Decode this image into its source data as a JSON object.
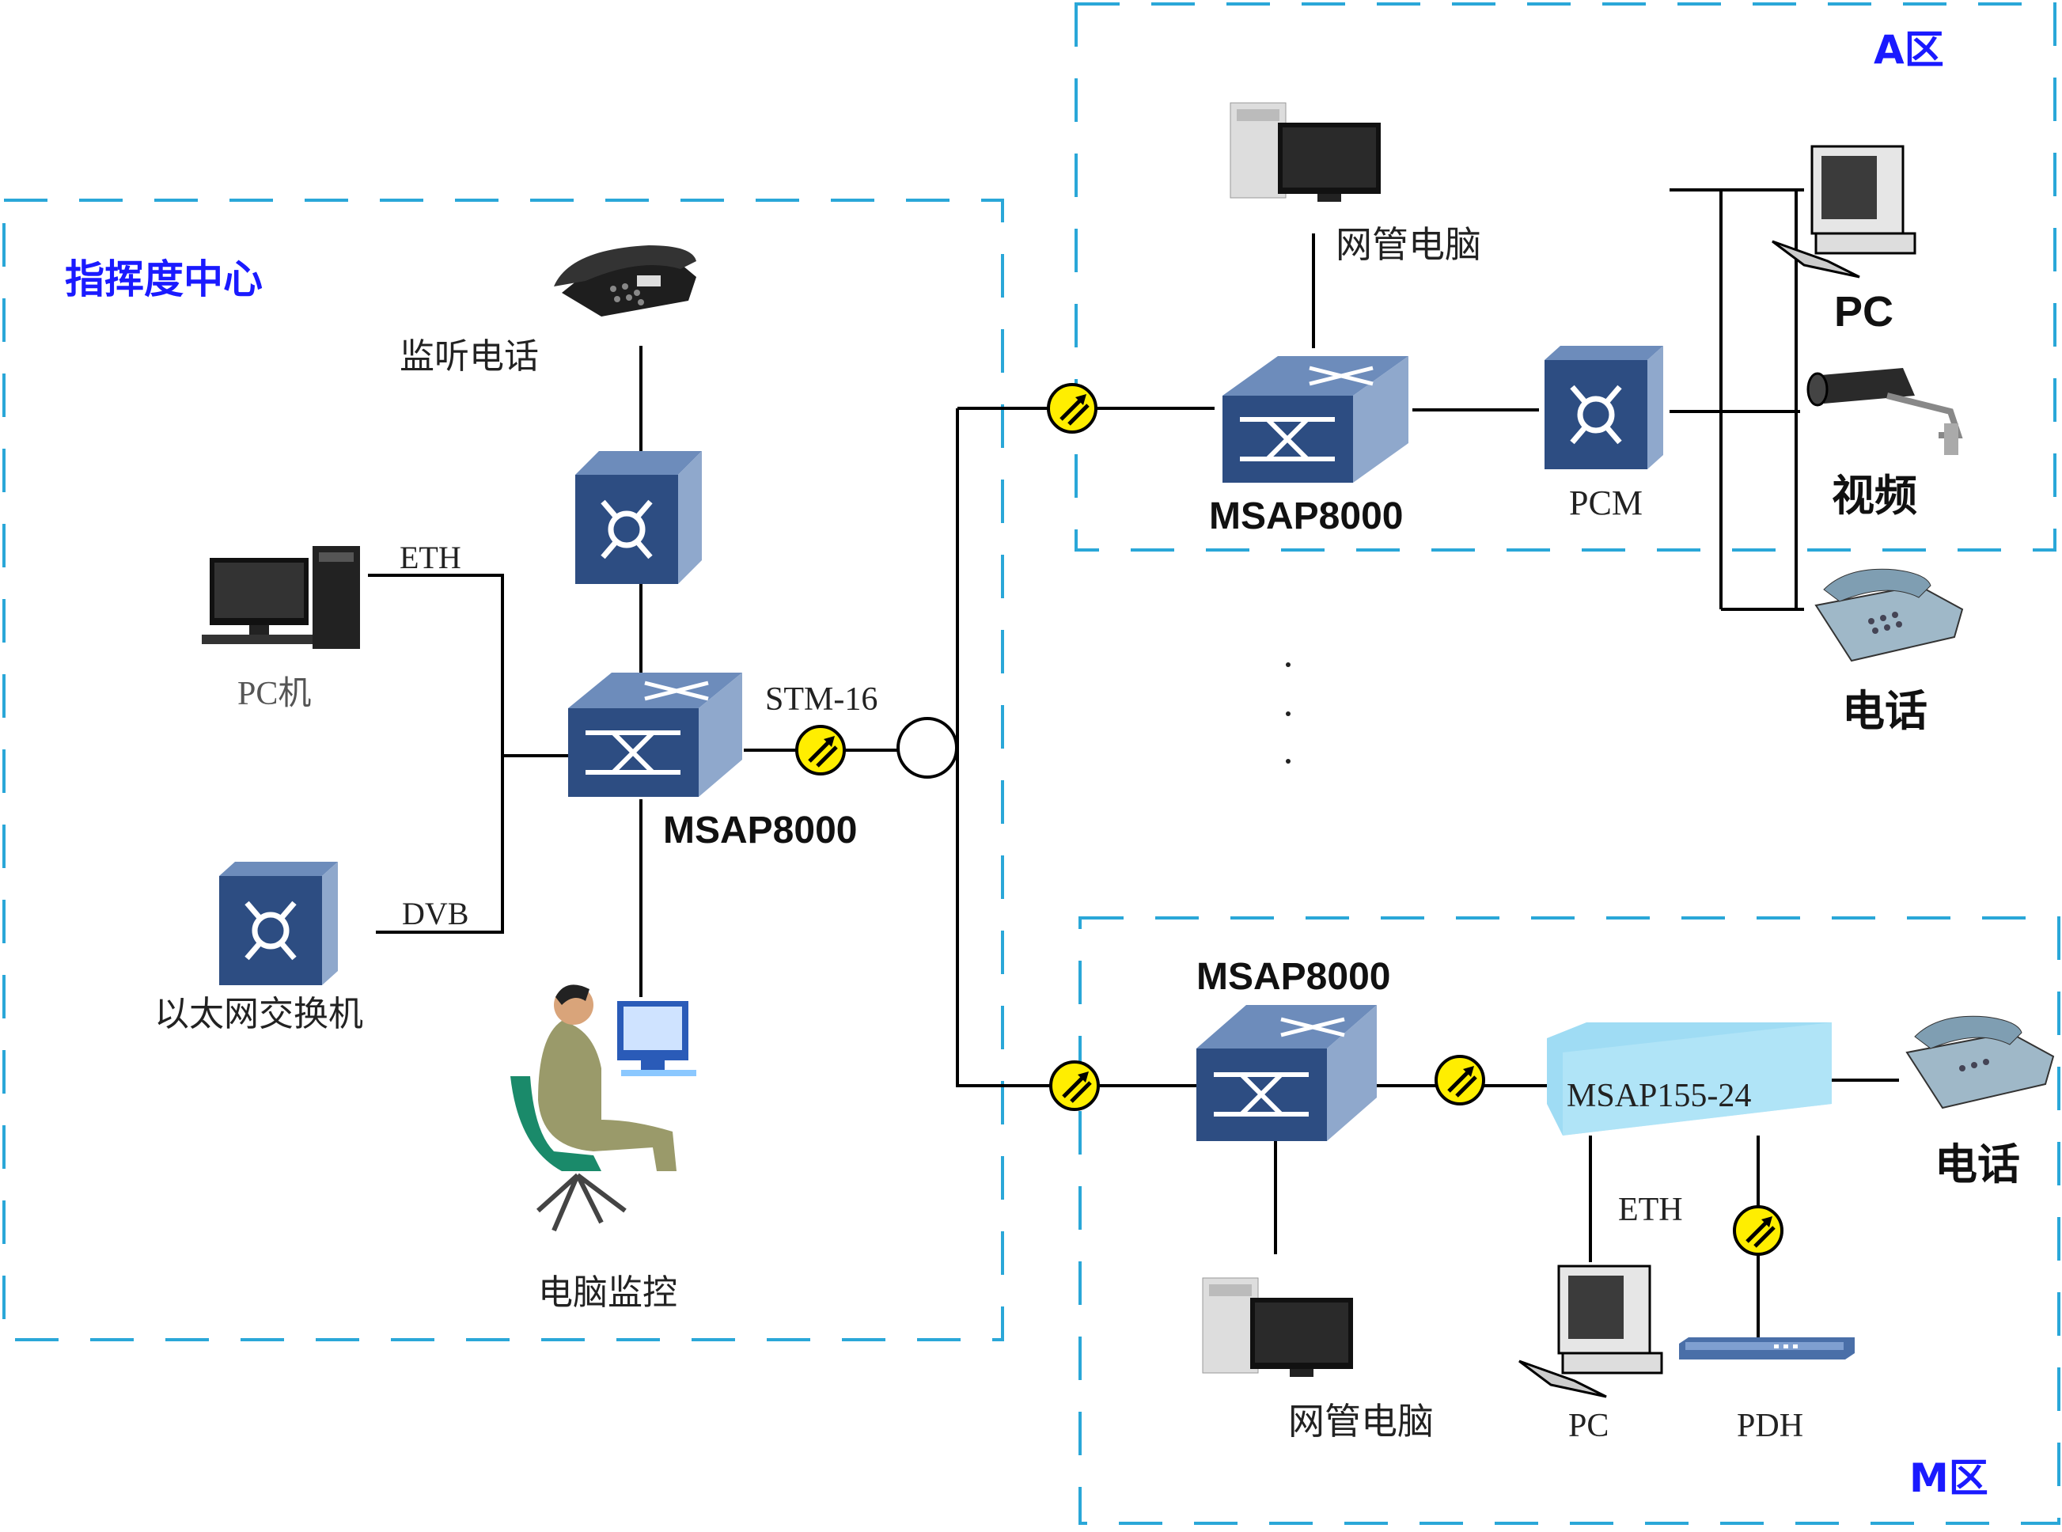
{
  "zones": {
    "command_center": "指挥度中心",
    "zone_a": "A区",
    "zone_m": "M区"
  },
  "command_center": {
    "monitor_phone": "监听电话",
    "pc": "PC机",
    "eth": "ETH",
    "dvb": "DVB",
    "ethernet_switch": "以太网交换机",
    "msap": "MSAP8000",
    "stm": "STM-16",
    "computer_monitoring": "电脑监控"
  },
  "zone_a": {
    "nms_pc": "网管电脑",
    "msap": "MSAP8000",
    "pcm": "PCM",
    "pc": "PC",
    "video": "视频",
    "phone": "电话"
  },
  "zone_m": {
    "msap": "MSAP8000",
    "msap155": "MSAP155-24",
    "phone": "电话",
    "eth": "ETH",
    "nms_pc": "网管电脑",
    "pc": "PC",
    "pdh": "PDH"
  },
  "colors": {
    "zone_border": "#2aa7d8",
    "zone_title": "#1a1aff",
    "device_front": "#2d4d82",
    "device_top": "#6d8cbb",
    "device_side": "#8fa8cc",
    "link": "#000000",
    "converter_fill": "#ffee00",
    "msap155_fill": "#9fdcf4"
  }
}
